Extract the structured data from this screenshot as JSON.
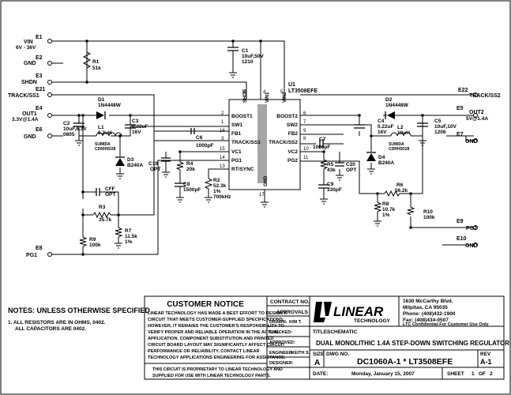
{
  "connectors": {
    "vin": {
      "ref": "E1",
      "name": "VIN",
      "note": "6V - 36V"
    },
    "gnd_in": {
      "ref": "E2",
      "name": "GND"
    },
    "shdn": {
      "ref": "E3",
      "name": "SHDN"
    },
    "track1": {
      "ref": "E21",
      "name": "TRACK/SS1"
    },
    "out1": {
      "ref": "E4",
      "name": "OUT1",
      "note": "3.3V@1.4A"
    },
    "gnd1": {
      "ref": "E6",
      "name": "GND"
    },
    "pg1": {
      "ref": "E8",
      "name": "PG1"
    },
    "track2": {
      "ref": "E22",
      "name": "TRACK/SS2"
    },
    "out2": {
      "ref": "E5",
      "name": "OUT2",
      "note": "5V@1.4A"
    },
    "gnd2": {
      "ref": "E7",
      "name": "GND"
    },
    "pg2": {
      "ref": "E9",
      "name": "PG2"
    },
    "gnd3": {
      "ref": "E10",
      "name": "GND"
    }
  },
  "ic": {
    "ref": "U1",
    "part": "LT3508EFE",
    "left_pins": [
      {
        "num": "2",
        "name": "BOOST1"
      },
      {
        "num": "1",
        "name": "SW1"
      },
      {
        "num": "16",
        "name": "FB1"
      },
      {
        "num": "3",
        "name": "TRACK/SS1"
      },
      {
        "num": "15",
        "name": "VC1"
      },
      {
        "num": "14",
        "name": "PG1"
      },
      {
        "num": "13",
        "name": "RT/SYNC"
      }
    ],
    "right_pins": [
      {
        "num": "6",
        "name": "BOOST2"
      },
      {
        "num": "7",
        "name": "SW2"
      },
      {
        "num": "9",
        "name": "FB2"
      },
      {
        "num": "8",
        "name": "TRACK/SS2"
      },
      {
        "num": "10",
        "name": "VC2"
      },
      {
        "num": "11",
        "name": "PG2"
      }
    ],
    "top_pins": [
      {
        "num": "12",
        "name": "SHDN"
      },
      {
        "num": "4",
        "name": "VIN1"
      },
      {
        "num": "5",
        "name": "VIN2"
      }
    ],
    "bottom_pins": [
      {
        "num": "17",
        "name": "GND"
      }
    ]
  },
  "components": {
    "r1": {
      "ref": "R1",
      "value": "51k"
    },
    "c1": {
      "ref": "C1",
      "value": "10uF,50V",
      "pkg": "1210"
    },
    "d1": {
      "ref": "D1",
      "value": "1N4448W"
    },
    "c2": {
      "ref": "C2",
      "value": "10uF,6.3V",
      "pkg": "0805"
    },
    "c3": {
      "ref": "C3",
      "value": "0.22uF",
      "v": "16V"
    },
    "l1": {
      "ref": "L1",
      "value": "6.2uH",
      "part": "SUMIDA",
      "part2": "CDRH5D28"
    },
    "d3": {
      "ref": "D3",
      "value": "B240A"
    },
    "c6": {
      "ref": "C6",
      "value": "1000pF"
    },
    "c19": {
      "ref": "C19",
      "value": "OPT"
    },
    "r4": {
      "ref": "R4",
      "value": "20k"
    },
    "c8": {
      "ref": "C8",
      "value": "1500pF"
    },
    "r2": {
      "ref": "R2",
      "value": "52.3k",
      "tol": "1%",
      "freq": "700kHz"
    },
    "cff": {
      "ref": "CFF",
      "value": "OPT"
    },
    "r3": {
      "ref": "R3",
      "value": "35.7k"
    },
    "r7": {
      "ref": "R7",
      "value": "11.5k",
      "tol": "1%"
    },
    "r9": {
      "ref": "R9",
      "value": "100k"
    },
    "d2": {
      "ref": "D2",
      "value": "1N4448W"
    },
    "c4": {
      "ref": "C4",
      "value": "0.22uF",
      "v": "16V"
    },
    "c5": {
      "ref": "C5",
      "value": "10uF,10V",
      "pkg": "1206"
    },
    "l2": {
      "ref": "L2",
      "value": "10uH",
      "part": "SUMIDA",
      "part2": "CDRH5D28"
    },
    "d4": {
      "ref": "D4",
      "value": "B240A"
    },
    "c7": {
      "ref": "C7",
      "value": "1000pF"
    },
    "r5": {
      "ref": "R5",
      "value": "43k"
    },
    "c20": {
      "ref": "C20",
      "value": "OPT"
    },
    "c9": {
      "ref": "C9",
      "value": "330pF"
    },
    "r6": {
      "ref": "R6",
      "value": "56.2k"
    },
    "r8": {
      "ref": "R8",
      "value": "10.7k",
      "tol": "1%"
    },
    "r10": {
      "ref": "R10",
      "value": "100k"
    }
  },
  "notes": {
    "title": "NOTES:  UNLESS OTHERWISE SPECIFIED",
    "line1": "1.  ALL RESISTORS ARE IN OHMS, 0402.",
    "line2": "ALL CAPACITORS ARE 0402."
  },
  "title_block": {
    "customer_notice_title": "CUSTOMER NOTICE",
    "notice_lines": [
      "LINEAR TECHNOLOGY HAS MADE A BEST EFFORT TO DESIGN A",
      "CIRCUIT THAT MEETS CUSTOMER-SUPPLIED SPECIFICATIONS;",
      "HOWEVER, IT REMAINS THE CUSTOMER'S RESPONSIBILITY TO",
      "VERIFY PROPER AND RELIABLE OPERATION IN THE ACTUAL",
      "APPLICATION.  COMPONENT SUBSTITUTION AND PRINTED",
      "CIRCUIT BOARD LAYOUT MAY SIGNIFICANTLY AFFECT CIRCUIT",
      "PERFORMANCE OR RELIABILITY.  CONTACT LINEAR",
      "TECHNOLOGY APPLICATIONS ENGINEERING FOR ASSISTANCE."
    ],
    "proprietary_lines": [
      "THIS CIRCUIT IS PROPRIETARY TO LINEAR TECHNOLOGY AND",
      "SUPPLIED FOR USE WITH LINEAR TECHNOLOGY PARTS."
    ],
    "contract_no": "CONTRACT NO.",
    "approvals": "APPROVALS",
    "drawn_label": "DRAWN:",
    "drawn_value": "KIM T.",
    "checked_label": "CHECKED:",
    "approved_label": "APPROVED:",
    "engineer_label": "ENGINEER:",
    "engineer_value": "KEITH S.",
    "designer_label": "DESIGNER:",
    "logo_text": "LINEAR",
    "logo_sub": "TECHNOLOGY",
    "address": [
      "1630 McCarthy Blvd.",
      "Milpitas, CA 95035",
      "Phone: (408)432-1900",
      "Fax: (408)434-0507"
    ],
    "confidential": "LTC Confidential-For Customer Use Only",
    "title_label": "TITLE:",
    "title_value": "SCHEMATIC",
    "title_line2": "DUAL MONOLITHIC 1.4A STEP-DOWN SWITCHING REGULATOR",
    "size_label": "SIZE",
    "size_value": "A",
    "dwg_label": "DWG NO.",
    "dwg_value": "DC1060A-1 * LT3508EFE",
    "rev_label": "REV",
    "rev_value": "A-1",
    "date_label": "DATE:",
    "date_value": "Monday, January 15, 2007",
    "sheet_label": "SHEET",
    "sheet_value": "1",
    "of_label": "OF",
    "sheet_total": "2"
  }
}
